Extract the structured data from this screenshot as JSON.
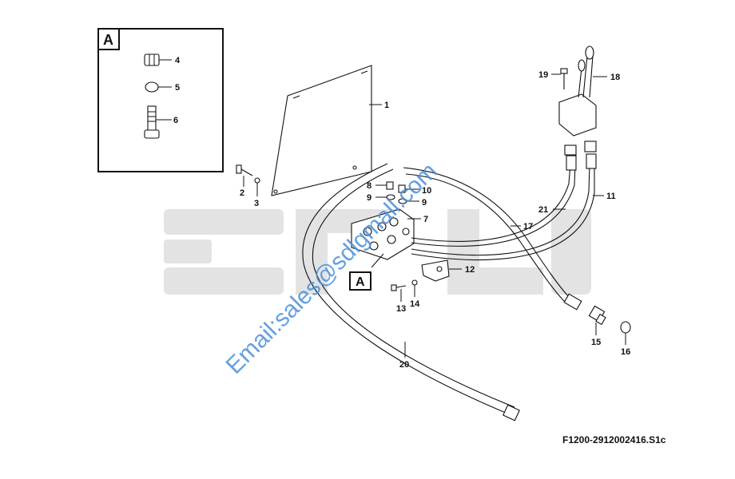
{
  "watermark": {
    "logo_text": "SDLG",
    "email": "Email:sales@sdlgmall.com",
    "colors": {
      "logo": "#e3e3e3",
      "email": "#4a90d9"
    }
  },
  "detail": {
    "label": "A",
    "callout_label": "A"
  },
  "drawing_code": "F1200-2912002416.S1c",
  "callouts": {
    "p1": "1",
    "p2": "2",
    "p3": "3",
    "p4": "4",
    "p5": "5",
    "p6": "6",
    "p7": "7",
    "p8": "8",
    "p9a": "9",
    "p9b": "9",
    "p10": "10",
    "p11": "11",
    "p12": "12",
    "p13": "13",
    "p14": "14",
    "p15": "15",
    "p16": "16",
    "p17": "17",
    "p18": "18",
    "p19": "19",
    "p20": "20",
    "p21": "21"
  }
}
